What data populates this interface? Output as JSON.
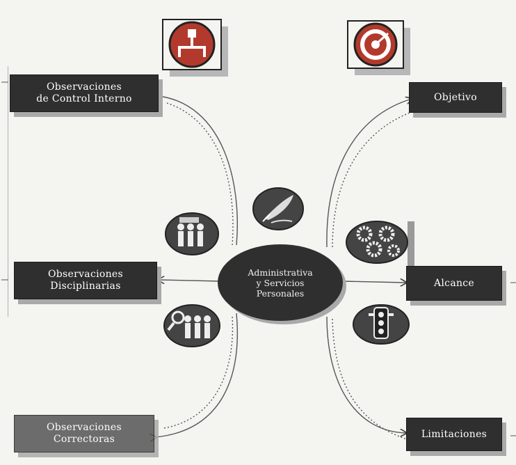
{
  "center": {
    "lines": [
      "Administrativa",
      "y Servicios",
      "Personales"
    ]
  },
  "nodes": {
    "internal_control": [
      "Observaciones",
      "de Control Interno"
    ],
    "objective": [
      "Objetivo"
    ],
    "disciplinary": [
      "Observaciones",
      "Disciplinarias"
    ],
    "scope": [
      "Alcance"
    ],
    "corrective": [
      "Observaciones",
      "Correctoras"
    ],
    "limitations": [
      "Limitaciones"
    ]
  },
  "icons": {
    "internal_control": "org-chart-icon",
    "objective": "target-icon",
    "center_top": "quill-pen-icon",
    "disciplinary_top": "review-group-icon",
    "disciplinary_bottom": "search-group-icon",
    "scope": "gears-icon",
    "limitations": "traffic-light-icon"
  },
  "colors": {
    "box": "#2f2f2f",
    "shadow": "#a9a9a9",
    "icon_red": "#b23a2c",
    "line": "#555555"
  }
}
